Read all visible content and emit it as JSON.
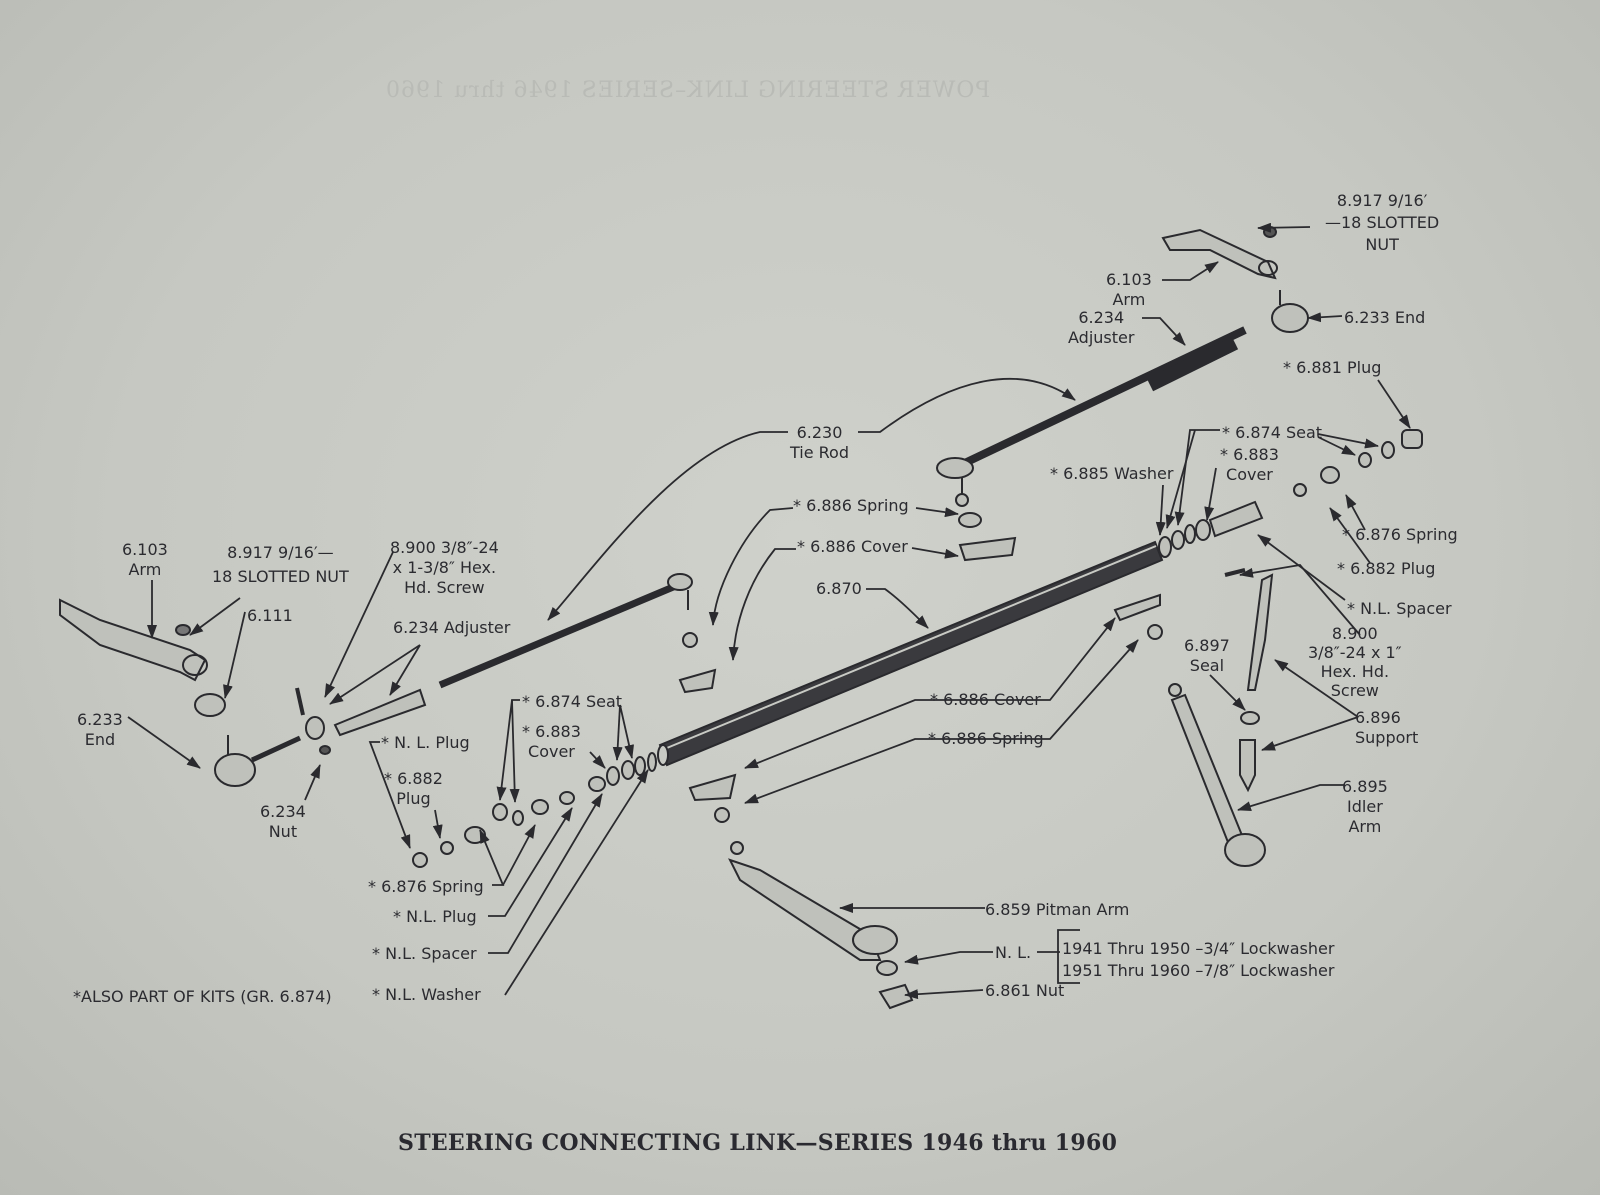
{
  "title": "STEERING CONNECTING LINK—SERIES 1946 thru 1960",
  "ghost_text": "POWER STEERING LINK–SERIES 1946 thru 1960",
  "labels": {
    "r_nut": [
      "8.917 9/16′",
      "—18 SLOTTED",
      "NUT"
    ],
    "r_arm": [
      "6.103",
      "Arm"
    ],
    "r_adjuster": [
      "6.234",
      "Adjuster"
    ],
    "r_end": "6.233 End",
    "r_plug_881": "* 6.881 Plug",
    "r_seat": "* 6.874 Seat",
    "r_cover": [
      "* 6.883",
      "Cover"
    ],
    "r_washer": "* 6.885 Washer",
    "r_spring": "* 6.876 Spring",
    "r_plug_882": "* 6.882 Plug",
    "r_spacer": "* N.L. Spacer",
    "r_screw": [
      "8.900",
      "3/8″-24 x 1″",
      "Hex. Hd.",
      "Screw"
    ],
    "seal": [
      "6.897",
      "Seal"
    ],
    "support": [
      "6.896",
      "Support"
    ],
    "idler": [
      "6.895",
      "Idler",
      "Arm"
    ],
    "tie_rod": [
      "6.230",
      "Tie Rod"
    ],
    "spring_886_top": "* 6.886 Spring",
    "cover_886_top": "* 6.886 Cover",
    "link": "6.870",
    "l_arm": [
      "6.103",
      "Arm"
    ],
    "l_nut": [
      "8.917 9/16′—",
      "18 SLOTTED NUT"
    ],
    "l_screw": [
      "8.900 3/8″-24",
      "x 1-3/8″ Hex.",
      "Hd. Screw"
    ],
    "l_111": "6.111",
    "l_adjuster": "6.234 Adjuster",
    "l_end": [
      "6.233",
      "End"
    ],
    "l_nut234": [
      "6.234",
      "Nut"
    ],
    "l_nlplug": "* N. L.  Plug",
    "l_plug882": [
      "* 6.882",
      "Plug"
    ],
    "l_seat": "* 6.874 Seat",
    "l_cover": [
      "* 6.883",
      "Cover"
    ],
    "l_spring": "* 6.876 Spring",
    "l_nlplug2": "* N.L. Plug",
    "l_spacer": "* N.L. Spacer",
    "kits_note": "*ALSO PART OF KITS (GR. 6.874)",
    "l_washer": "* N.L. Washer",
    "cover_886_bot": "* 6.886 Cover",
    "spring_886_bot": "* 6.886 Spring",
    "pitman": "6.859 Pitman Arm",
    "nl": "N. L.",
    "lock1": "1941 Thru 1950 –3/4″ Lockwasher",
    "lock2": "1951 Thru 1960 –7/8″ Lockwasher",
    "nut861": "6.861 Nut"
  }
}
